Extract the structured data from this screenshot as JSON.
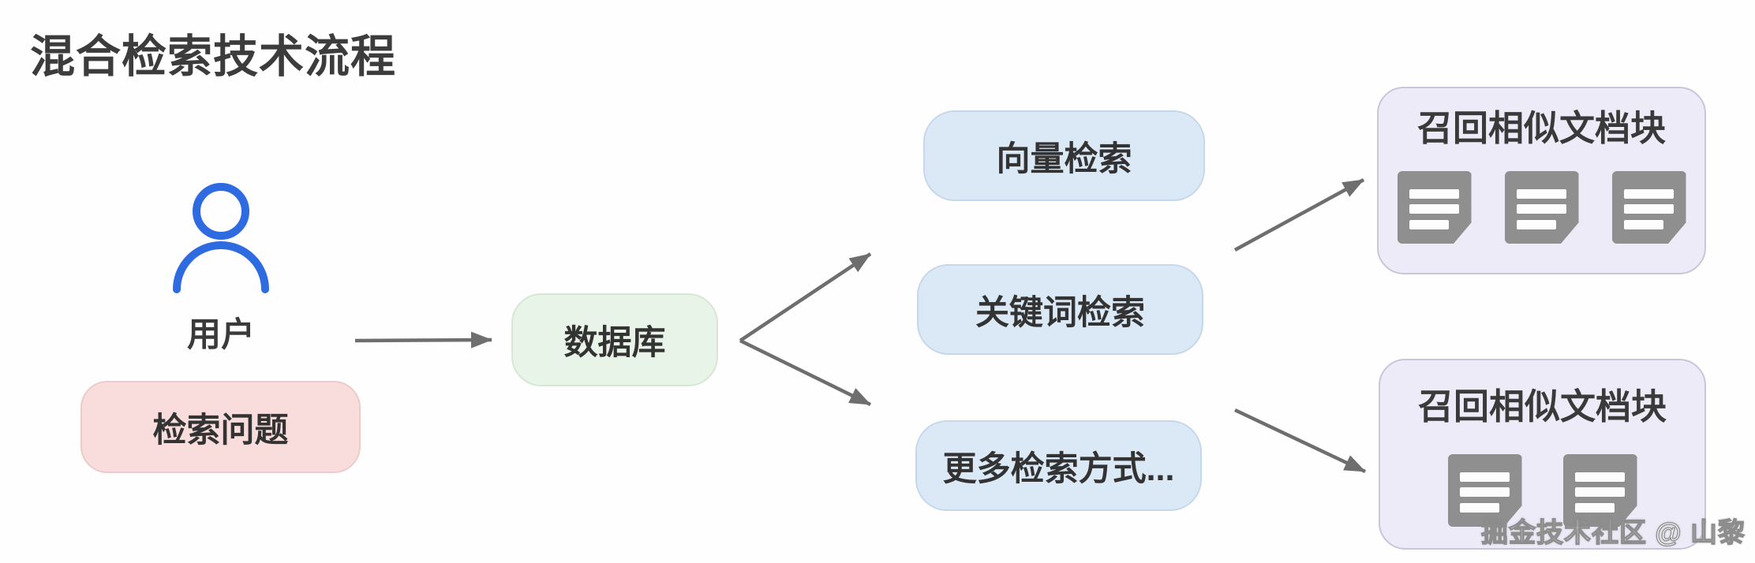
{
  "title": "混合检索技术流程",
  "nodes": {
    "user": {
      "label": "用户",
      "icon": "user-icon"
    },
    "query": {
      "label": "检索问题"
    },
    "database": {
      "label": "数据库"
    },
    "vector_search": {
      "label": "向量检索"
    },
    "keyword_search": {
      "label": "关键词检索"
    },
    "more_search": {
      "label": "更多检索方式..."
    },
    "recall_top": {
      "label": "召回相似文档块",
      "doc_count": 3,
      "icon": "document-icon"
    },
    "recall_bottom": {
      "label": "召回相似文档块",
      "doc_count": 2,
      "icon": "document-icon"
    }
  },
  "watermark": "掘金技术社区 @ 山黎",
  "colors": {
    "user_icon": "#2e6ae0",
    "query_fill": "#f9dcdc",
    "database_fill": "#e9f4e8",
    "search_fill": "#dbe9f7",
    "recall_fill": "#edebf8",
    "arrow": "#6e6e6e",
    "document_icon": "#8f8f8f",
    "text": "#333333"
  }
}
